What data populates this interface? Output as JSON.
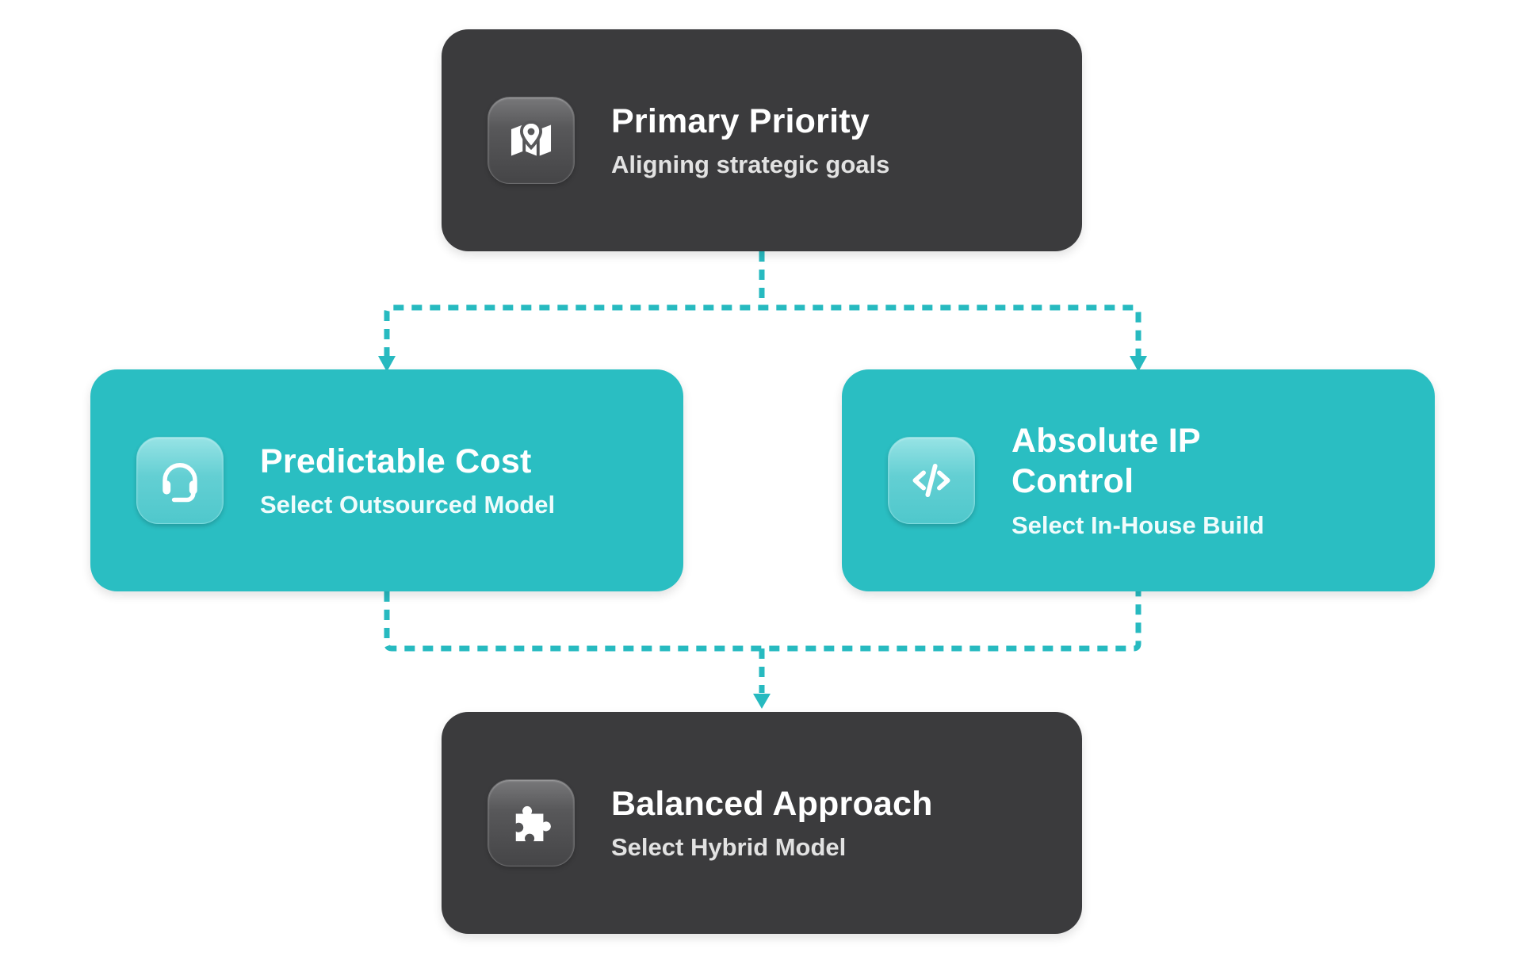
{
  "page": {
    "background": "#ffffff"
  },
  "diagram": {
    "connector_color": "#27bac0",
    "dark_node_color": "#3b3b3d",
    "teal_node_color": "#2abec2",
    "nodes": [
      {
        "id": "primary-priority",
        "title": "Primary Priority",
        "subtitle": "Aligning strategic goals",
        "icon": "map-location-icon",
        "variant": "dark",
        "bg": "#3b3b3d"
      },
      {
        "id": "predictable-cost",
        "title": "Predictable Cost",
        "subtitle": "Select Outsourced Model",
        "icon": "headset-icon",
        "variant": "teal",
        "bg": "#2abec2"
      },
      {
        "id": "absolute-ip-control",
        "title": "Absolute IP Control",
        "subtitle": "Select In-House Build",
        "icon": "code-icon",
        "variant": "teal",
        "bg": "#2abec2"
      },
      {
        "id": "balanced-approach",
        "title": "Balanced Approach",
        "subtitle": "Select Hybrid Model",
        "icon": "puzzle-icon",
        "variant": "dark",
        "bg": "#3b3b3d"
      }
    ]
  }
}
